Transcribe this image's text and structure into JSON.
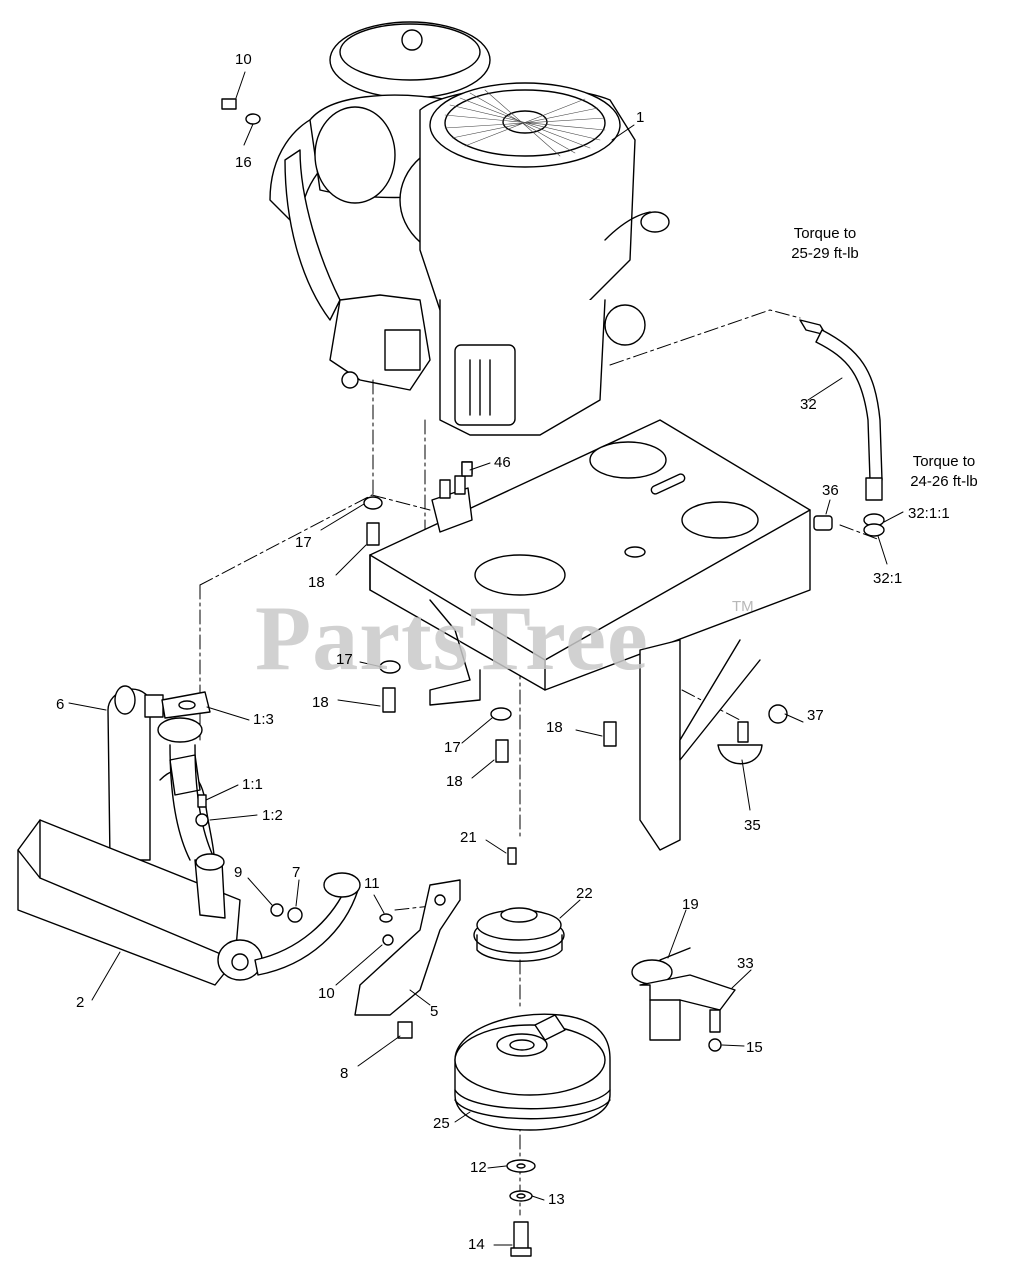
{
  "watermark": {
    "text": "PartsTree",
    "tm": "TM"
  },
  "notes": {
    "torque_hose_top": [
      "Torque to",
      "25-29 ft-lb"
    ],
    "torque_fitting": [
      "Torque to",
      "24-26 ft-lb"
    ]
  },
  "callouts": {
    "c10a": "10",
    "c16": "16",
    "c1": "1",
    "c32": "32",
    "c46": "46",
    "c36": "36",
    "c32_1_1": "32:1:1",
    "c32_1": "32:1",
    "c17a": "17",
    "c18a": "18",
    "c17b": "17",
    "c18b": "18",
    "c17c": "17",
    "c18c": "18",
    "c18d": "18",
    "c37": "37",
    "c35": "35",
    "c6": "6",
    "c1_3": "1:3",
    "c1_1": "1:1",
    "c1_2": "1:2",
    "c21": "21",
    "c22": "22",
    "c9": "9",
    "c7": "7",
    "c11": "11",
    "c19": "19",
    "c33": "33",
    "c2": "2",
    "c10b": "10",
    "c5": "5",
    "c15": "15",
    "c8": "8",
    "c25": "25",
    "c12": "12",
    "c13": "13",
    "c14": "14"
  }
}
